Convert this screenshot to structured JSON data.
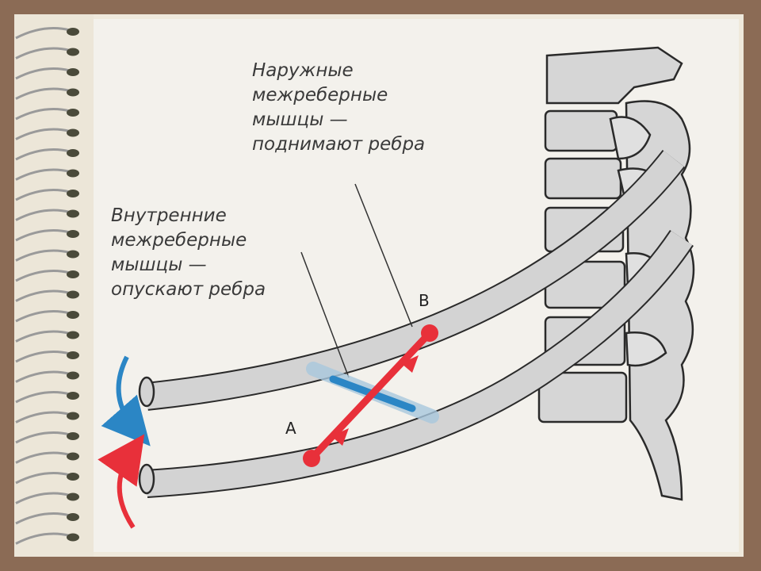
{
  "labels": {
    "external": {
      "line1": "Наружные",
      "line2": "межреберные",
      "line3": "мышцы —",
      "line4": "поднимают ребра"
    },
    "internal": {
      "line1": "Внутренние",
      "line2": "межреберные",
      "line3": "мышцы —",
      "line4": "опускают ребра"
    },
    "point_a": "A",
    "point_b": "B"
  },
  "colors": {
    "external_muscle": "#e8303a",
    "internal_muscle": "#2b86c5",
    "rib": "#d3d3d3",
    "bone_outline": "#2a2a2a",
    "frame": "#8b6b55",
    "paper": "#f3f1ec"
  },
  "icons": [
    "spiral-binding-icon",
    "curved-arrow-up-icon",
    "curved-arrow-down-icon"
  ]
}
